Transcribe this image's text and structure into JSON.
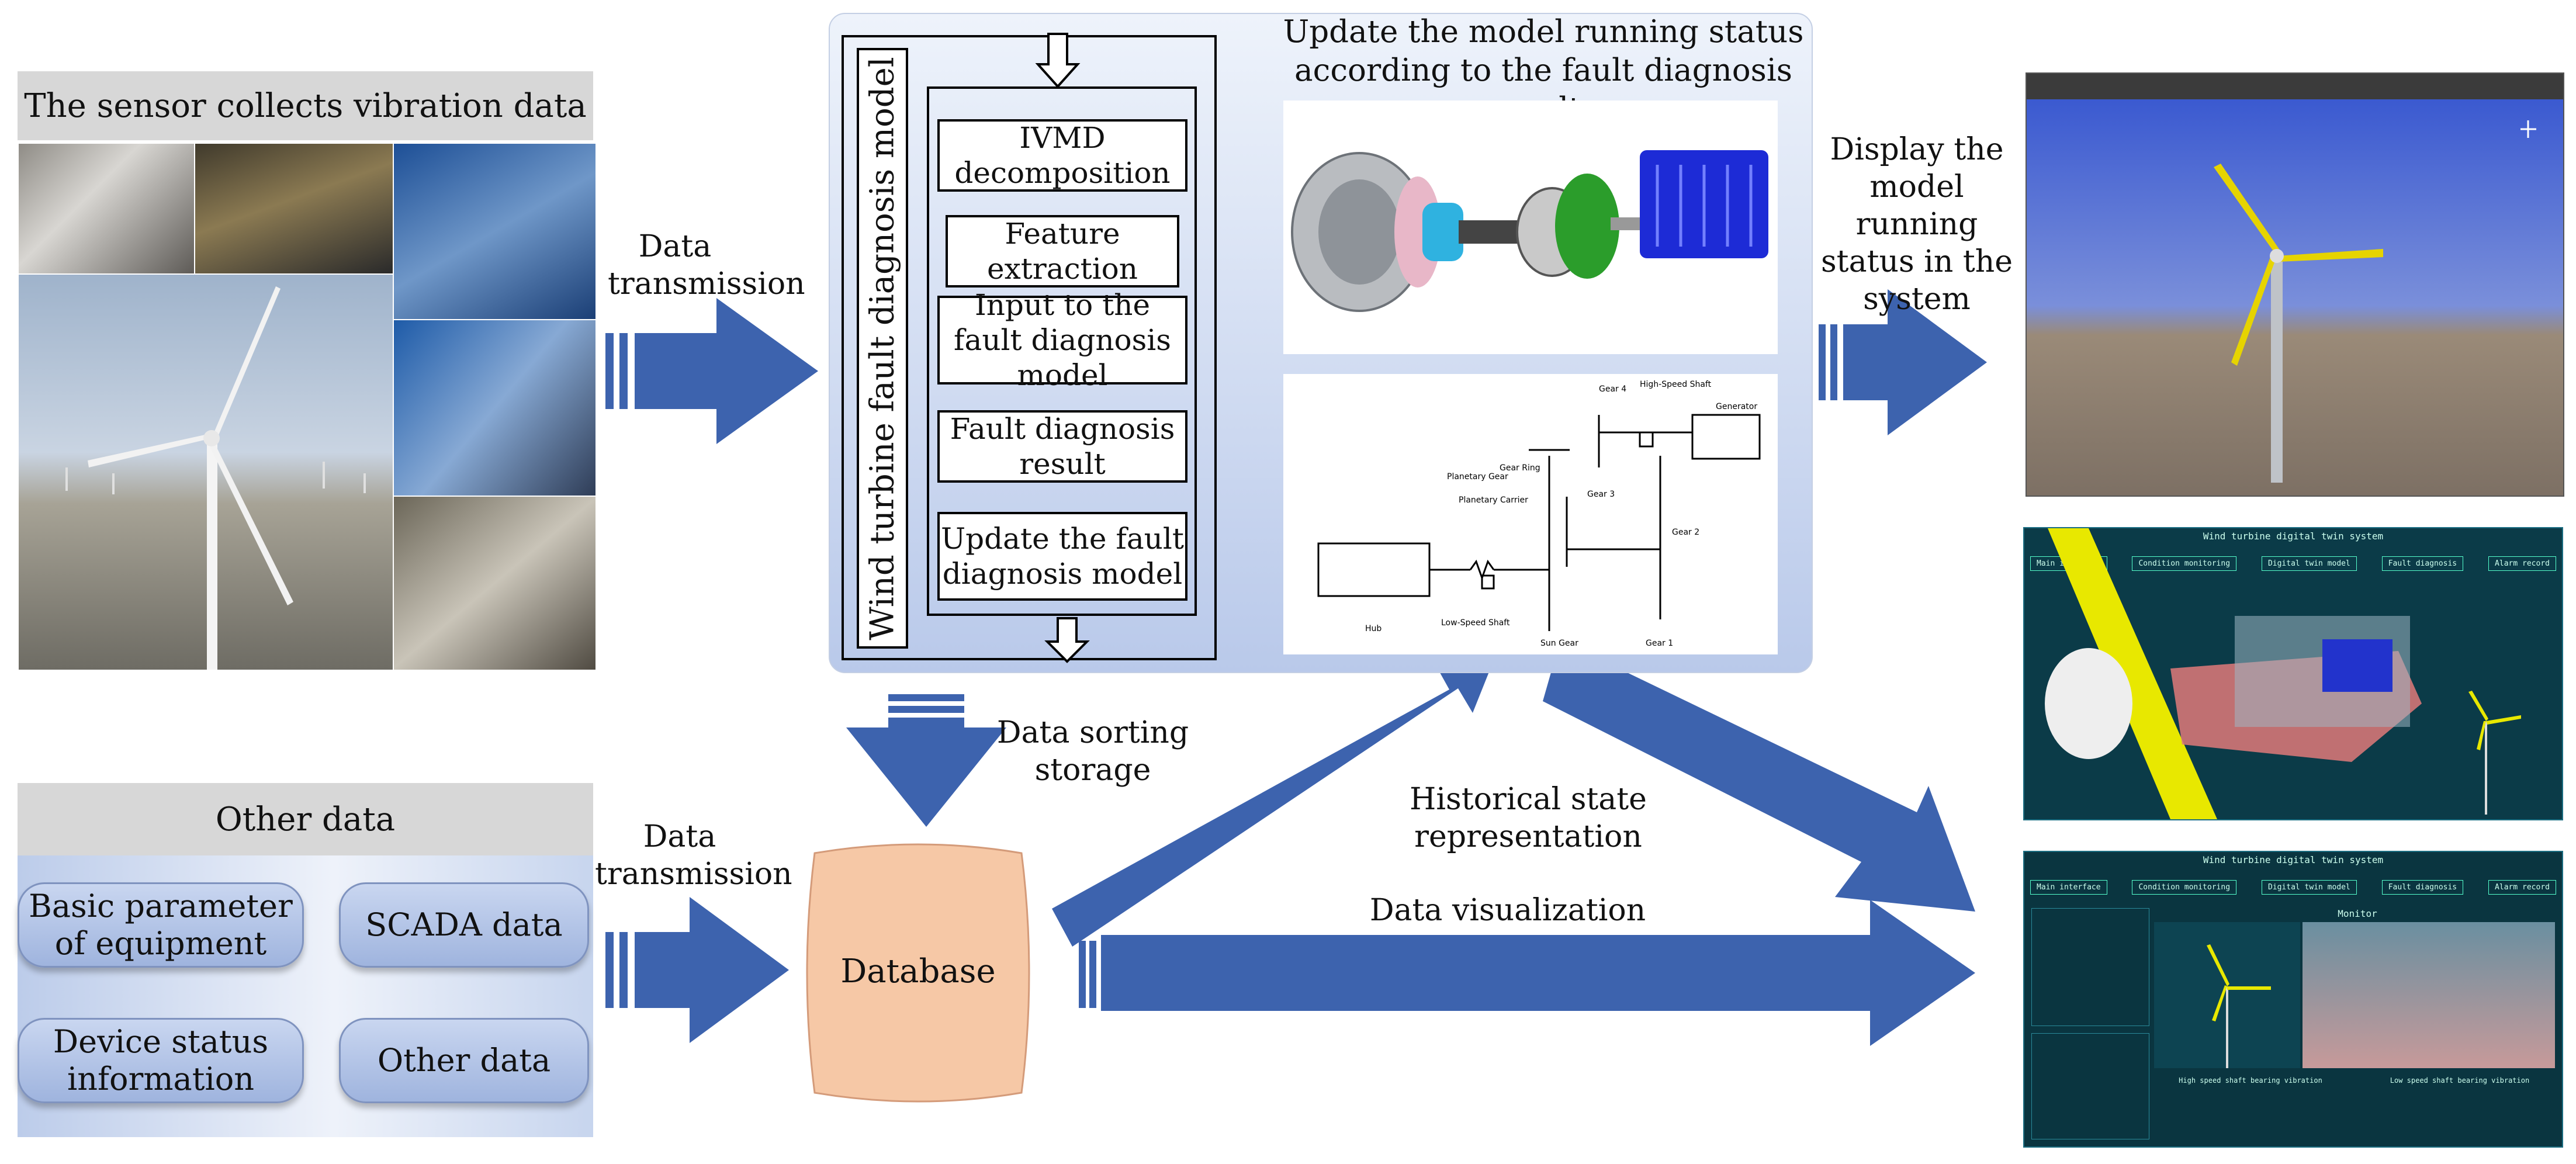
{
  "sensor_panel": {
    "title": "The sensor collects vibration data"
  },
  "arrows": {
    "data_transmission_top": "Data transmission",
    "data_transmission_bottom": "Data transmission",
    "data_sorting_storage": "Data sorting storage",
    "display_status": "Display the model running status in the system",
    "historical_state": "Historical state representation",
    "data_visualization": "Data visualization"
  },
  "model_panel": {
    "vertical_title": "Wind turbine fault diagnosis model",
    "steps": [
      "IVMD decomposition",
      "Feature extraction",
      "Input to the fault diagnosis model",
      "Fault diagnosis result",
      "Update the fault diagnosis model"
    ],
    "update_caption": "Update the model running status according to the fault diagnosis results"
  },
  "drivetrain_diagram": {
    "labels": [
      "Gear 4",
      "High-Speed Shaft",
      "Generator",
      "Gear 3",
      "Planetary Gear",
      "Gear Ring",
      "Planetary Carrier",
      "Gear 2",
      "Hub",
      "Low-Speed Shaft",
      "Sun Gear",
      "Gear 1"
    ]
  },
  "other_data": {
    "title": "Other data",
    "items": [
      "Basic parameter of equipment",
      "SCADA data",
      "Device status information",
      "Other data"
    ]
  },
  "database": {
    "label": "Database"
  },
  "twin_system": {
    "title": "Wind turbine digital twin system",
    "tabs": [
      "Main interface",
      "Condition monitoring",
      "Digital twin model",
      "Fault diagnosis",
      "Alarm record"
    ],
    "monitor_label": "Monitor",
    "chart_labels": [
      "High speed shaft bearing vibration",
      "Low speed shaft bearing vibration"
    ]
  },
  "colors": {
    "arrow": "#3d63ae",
    "database": "#f6c8a6",
    "panel_top": "#e6edf8",
    "panel_bottom": "#bccbea"
  }
}
